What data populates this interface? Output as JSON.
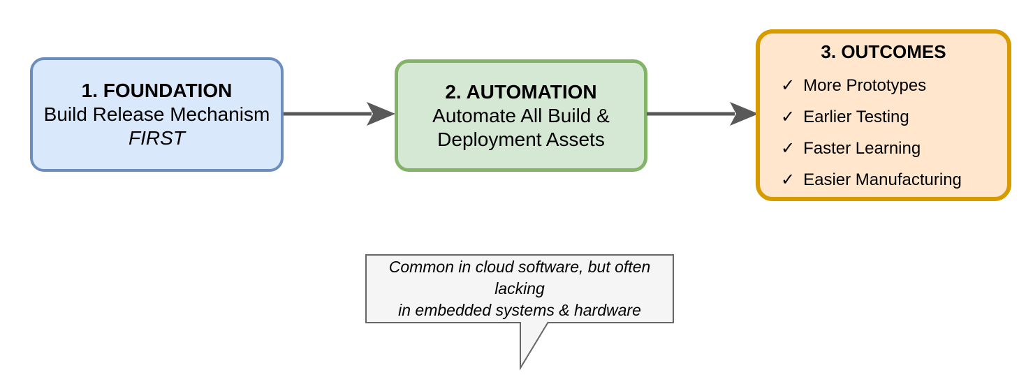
{
  "diagram": {
    "foundation": {
      "title": "1. FOUNDATION",
      "line": "Build Release Mechanism",
      "emphasis": "FIRST"
    },
    "automation": {
      "title": "2. AUTOMATION",
      "line1": "Automate All Build &",
      "line2": "Deployment Assets"
    },
    "outcomes": {
      "title": "3. OUTCOMES",
      "check_icon": "✓",
      "items": [
        "More Prototypes",
        "Earlier Testing",
        "Faster Learning",
        "Easier Manufacturing"
      ]
    },
    "callout": {
      "line1": "Common in cloud software, but often lacking",
      "line2": "in embedded systems & hardware"
    }
  },
  "colors": {
    "foundation_fill": "#dae8fc",
    "foundation_stroke": "#6c8ebf",
    "automation_fill": "#d5e8d4",
    "automation_stroke": "#82b366",
    "outcomes_fill": "#ffe6cc",
    "outcomes_stroke": "#d79b00",
    "arrow": "#595959",
    "callout_fill": "#f5f5f5",
    "callout_stroke": "#666666",
    "text": "#000000",
    "background": "#ffffff"
  }
}
